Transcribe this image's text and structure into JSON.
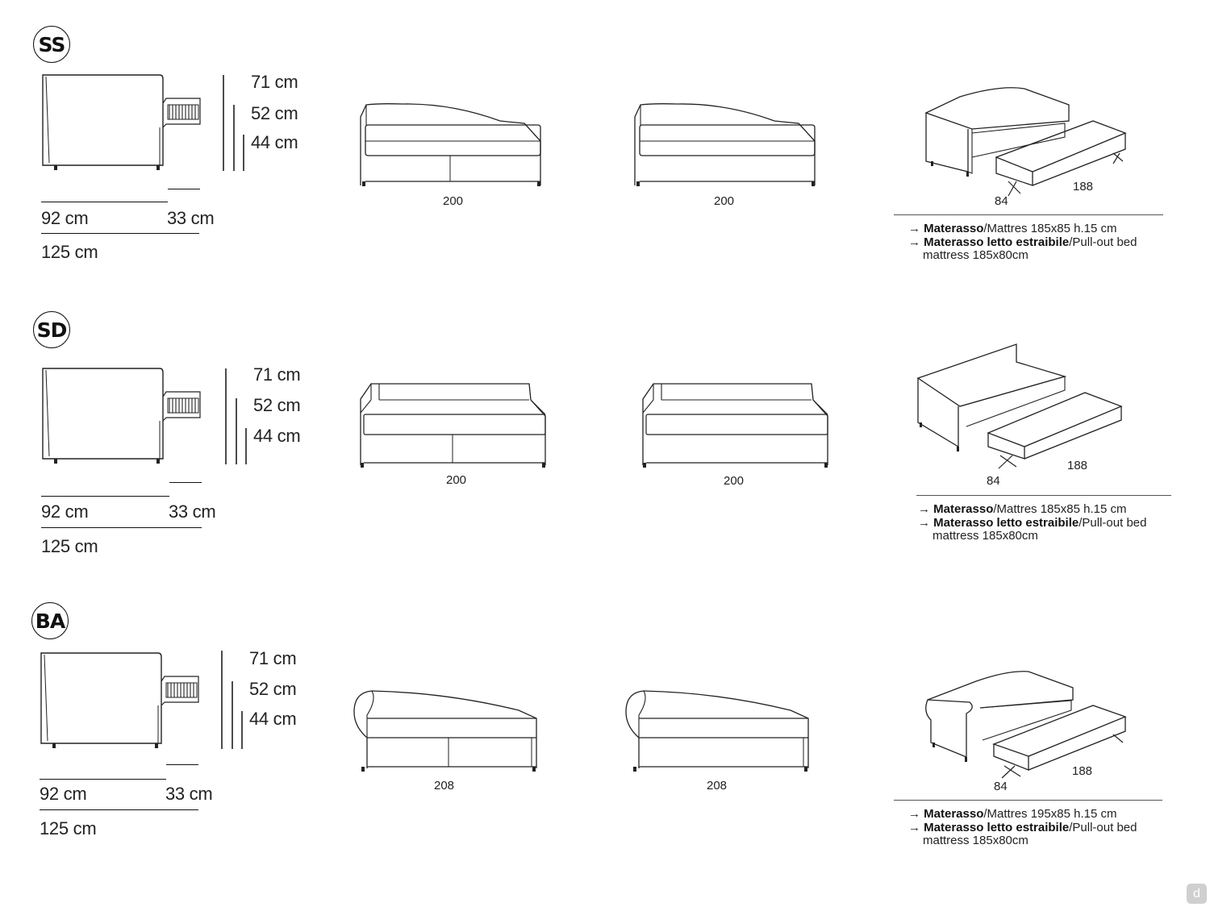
{
  "sections": [
    {
      "code": "SS",
      "heights": [
        "71 cm",
        "52 cm",
        "44 cm"
      ],
      "depth_body": "92 cm",
      "depth_extra": "33 cm",
      "depth_total": "125 cm",
      "front_left_width": "200",
      "front_right_width": "200",
      "pullout_width": "84",
      "pullout_length": "188",
      "note1_bold": "Materasso",
      "note1_rest": "/Mattres 185x85 h.15 cm",
      "note2_bold": "Materasso letto estraibile",
      "note2_rest": "/Pull-out bed",
      "note3": "mattress 185x80cm"
    },
    {
      "code": "SD",
      "heights": [
        "71 cm",
        "52 cm",
        "44 cm"
      ],
      "depth_body": "92 cm",
      "depth_extra": "33 cm",
      "depth_total": "125 cm",
      "front_left_width": "200",
      "front_right_width": "200",
      "pullout_width": "84",
      "pullout_length": "188",
      "note1_bold": "Materasso",
      "note1_rest": "/Mattres 185x85 h.15 cm",
      "note2_bold": "Materasso letto estraibile",
      "note2_rest": "/Pull-out bed",
      "note3": "mattress 185x80cm"
    },
    {
      "code": "BA",
      "heights": [
        "71 cm",
        "52 cm",
        "44 cm"
      ],
      "depth_body": "92 cm",
      "depth_extra": "33 cm",
      "depth_total": "125 cm",
      "front_left_width": "208",
      "front_right_width": "208",
      "pullout_width": "84",
      "pullout_length": "188",
      "note1_bold": "Materasso",
      "note1_rest": "/Mattres 195x85 h.15 cm",
      "note2_bold": "Materasso letto estraibile",
      "note2_rest": "/Pull-out bed",
      "note3": "mattress 185x80cm"
    }
  ],
  "watermark": "d"
}
